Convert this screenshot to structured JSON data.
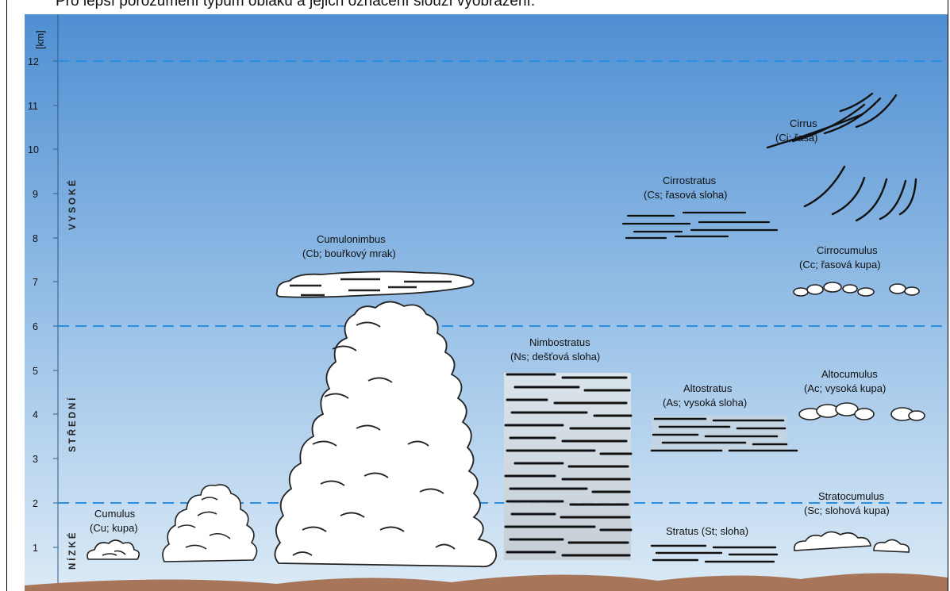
{
  "caption": "Pro lepší porozumění typům oblaků a jejich označení slouží vyobrazení.",
  "axis": {
    "unit": "[km]",
    "ticks": [
      "1",
      "2",
      "3",
      "4",
      "5",
      "6",
      "7",
      "8",
      "9",
      "10",
      "11",
      "12"
    ]
  },
  "bands": {
    "high": "VYSOKÉ",
    "middle": "STŘEDNÍ",
    "low": "NÍZKÉ"
  },
  "clouds": {
    "cumulus": {
      "name": "Cumulus",
      "desc": "(Cu; kupa)"
    },
    "cumulonimbus": {
      "name": "Cumulonimbus",
      "desc": "(Cb; bouřkový mrak)"
    },
    "nimbostratus": {
      "name": "Nimbostratus",
      "desc": "(Ns; dešťová sloha)"
    },
    "altostratus": {
      "name": "Altostratus",
      "desc": "(As; vysoká sloha)"
    },
    "stratus": {
      "label": "Stratus (St; sloha)"
    },
    "cirrostratus": {
      "name": "Cirrostratus",
      "desc": "(Cs; řasová sloha)"
    },
    "cirrus": {
      "name": "Cirrus",
      "desc": "(Ci; řasa)"
    },
    "cirrocumulus": {
      "name": "Cirrocumulus",
      "desc": "(Cc; řasová kupa)"
    },
    "altocumulus": {
      "name": "Altocumulus",
      "desc": "(Ac; vysoká kupa)"
    },
    "stratocumulus": {
      "name": "Stratocumulus",
      "desc": "(Sc; slohová kupa)"
    }
  },
  "colors": {
    "sky_top": "#4f8fd2",
    "sky_bottom": "#d6e8f6",
    "dash_line": "#2a8fe0",
    "ground": "#a6755a"
  }
}
